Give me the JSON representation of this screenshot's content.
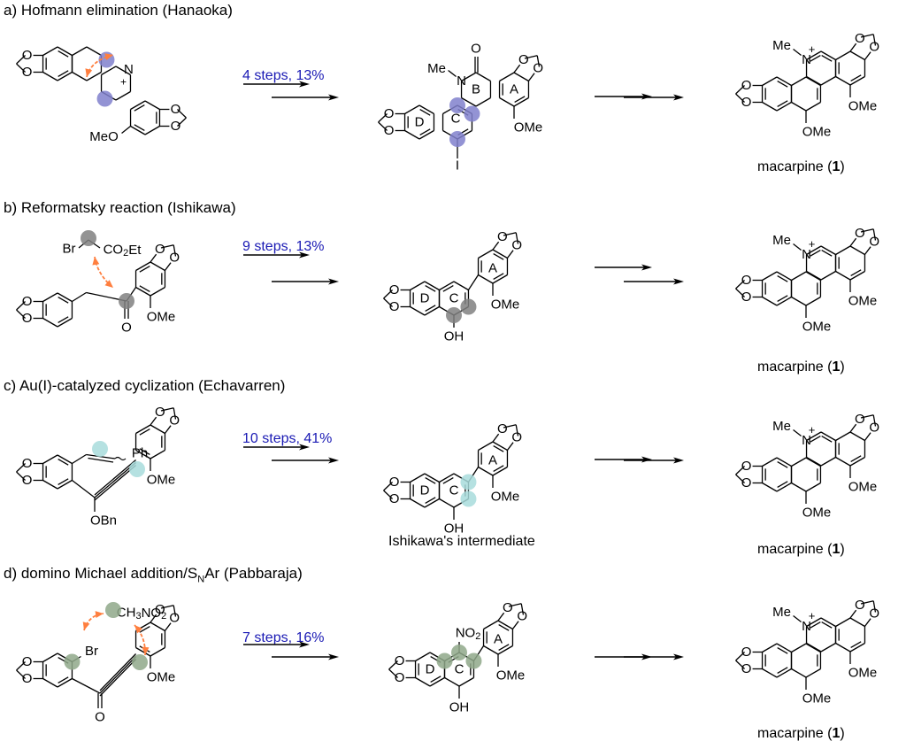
{
  "figure": {
    "panels": [
      {
        "id": "a",
        "title": "a) Hofmann elimination (Hanaoka)",
        "conditions": "4 steps, 13%",
        "highlight_color": "#8080cc",
        "start_labels": [
          "MeO"
        ],
        "intermediate_labels": [
          "Me",
          "N",
          "O",
          "A",
          "B",
          "C",
          "D",
          "OMe",
          "I"
        ],
        "product_caption": "macarpine",
        "product_number": "1"
      },
      {
        "id": "b",
        "title": "b) Reformatsky reaction (Ishikawa)",
        "conditions": "9 steps, 13%",
        "highlight_color": "#808080",
        "start_labels": [
          "Br",
          "CO2Et",
          "O",
          "OMe"
        ],
        "intermediate_labels": [
          "A",
          "C",
          "D",
          "OMe",
          "OH"
        ],
        "product_caption": "macarpine",
        "product_number": "1"
      },
      {
        "id": "c",
        "title": "c) Au(I)-catalyzed cyclization (Echavarren)",
        "conditions": "10 steps, 41%",
        "highlight_color": "#a8dcdc",
        "start_labels": [
          "Ph",
          "OMe",
          "OBn"
        ],
        "intermediate_labels": [
          "A",
          "C",
          "D",
          "OMe",
          "OH"
        ],
        "intermediate_caption": "Ishikawa's intermediate",
        "product_caption": "macarpine",
        "product_number": "1"
      },
      {
        "id": "d",
        "title_pre": "d) domino Michael addition/S",
        "title_sub": "N",
        "title_post": "Ar (Pabbaraja)",
        "conditions": "7 steps, 16%",
        "highlight_color": "#8fa88a",
        "start_labels": [
          "CH3NO2",
          "Br",
          "O",
          "OMe"
        ],
        "intermediate_labels": [
          "NO2",
          "A",
          "C",
          "D",
          "OMe",
          "OH"
        ],
        "product_caption": "macarpine",
        "product_number": "1"
      }
    ],
    "product_labels": [
      "Me",
      "N",
      "+",
      "OMe",
      "OMe"
    ],
    "arrow_color": "#ff7f3f"
  }
}
